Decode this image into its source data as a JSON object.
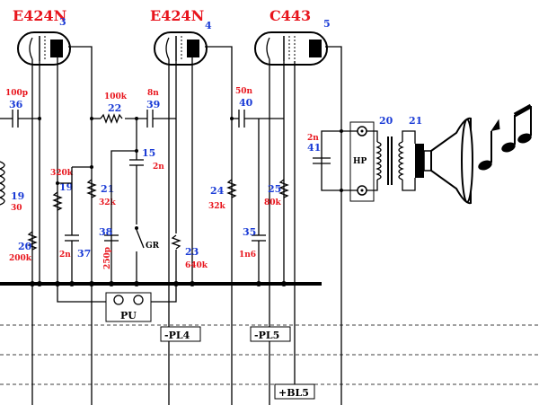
{
  "tubes": [
    {
      "name": "E424N",
      "sub": "3"
    },
    {
      "name": "E424N",
      "sub": "4"
    },
    {
      "name": "C443",
      "sub": "5"
    }
  ],
  "components": {
    "c36": {
      "ref": "36",
      "value": "100p"
    },
    "c39": {
      "ref": "39",
      "value": "8n"
    },
    "c40": {
      "ref": "40",
      "value": "50n"
    },
    "c41": {
      "ref": "41",
      "value": "2n"
    },
    "r22": {
      "ref": "22",
      "value": "100k"
    },
    "c15": {
      "ref": "15",
      "value": "2n"
    },
    "r19": {
      "ref": "19",
      "value": "320k"
    },
    "coil19": {
      "ref": "19",
      "value": "30"
    },
    "r20": {
      "ref": "20",
      "value": "200k"
    },
    "c37": {
      "ref": "37",
      "value": "2n"
    },
    "r21": {
      "ref": "21",
      "value": "32k"
    },
    "c38": {
      "ref": "38",
      "value": "250p"
    },
    "r23": {
      "ref": "23",
      "value": "640k"
    },
    "r24": {
      "ref": "24",
      "value": "32k"
    },
    "r25": {
      "ref": "25",
      "value": "80k"
    },
    "c35": {
      "ref": "35",
      "value": "1n6"
    },
    "t20": {
      "ref": "20"
    },
    "sp21": {
      "ref": "21"
    }
  },
  "labels": {
    "hp": "HP",
    "gr": "GR",
    "pu": "PU",
    "pl4": "-PL4",
    "pl5": "-PL5",
    "bl5": "+BL5"
  },
  "colors": {
    "ref": "#1a3bd6",
    "value": "#e8141c"
  }
}
